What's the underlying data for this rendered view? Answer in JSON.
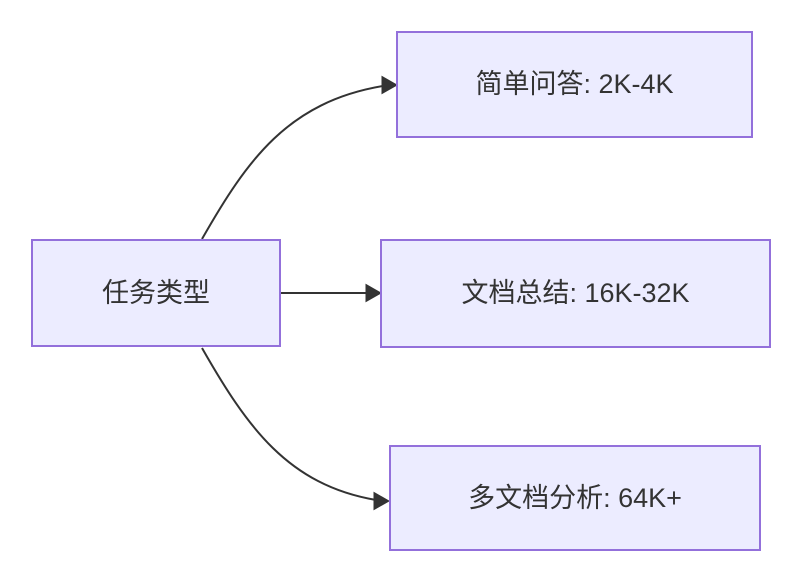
{
  "diagram": {
    "type": "flowchart",
    "root_node": {
      "label": "任务类型"
    },
    "branches": [
      {
        "label": "简单问答: 2K-4K"
      },
      {
        "label": "文档总结: 16K-32K"
      },
      {
        "label": "多文档分析: 64K+"
      }
    ],
    "colors": {
      "node_fill": "#ECECFF",
      "node_border": "#9370DB",
      "edge_color": "#333333",
      "text_color": "#333333",
      "background": "#FFFFFF"
    }
  }
}
